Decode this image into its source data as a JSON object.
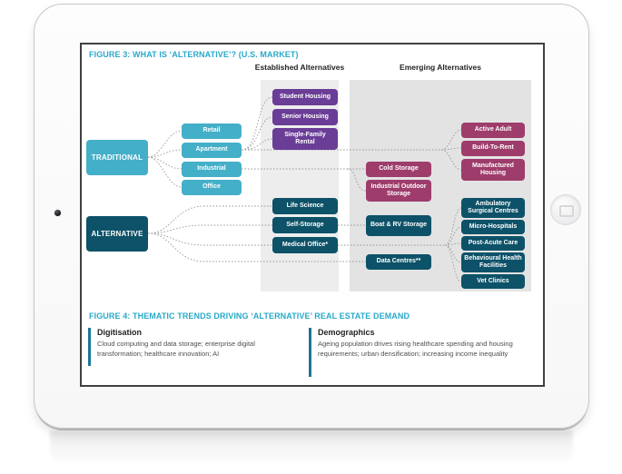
{
  "device": {
    "type": "tablet",
    "home_button_icon": "home-button-icon",
    "camera_icon": "front-camera-icon"
  },
  "figure3": {
    "title": "FIGURE 3: WHAT IS ‘ALTERNATIVE’? (U.S. MARKET)",
    "established_header": "Established Alternatives",
    "emerging_header": "Emerging Alternatives",
    "traditional": {
      "label": "TRADITIONAL",
      "children": [
        "Retail",
        "Apartment",
        "Industrial",
        "Office"
      ]
    },
    "alternative": {
      "label": "ALTERNATIVE",
      "children": [
        "Life Science",
        "Self-Storage",
        "Medical Office*"
      ]
    },
    "established_residential": [
      "Student Housing",
      "Senior Housing",
      "Single-Family Rental"
    ],
    "emerging_from_traditional": [
      "Cold Storage",
      "Industrial Outdoor Storage",
      "Active Adult",
      "Build-To-Rent",
      "Manufactured Housing"
    ],
    "emerging_from_alternative": [
      "Boat & RV Storage",
      "Data Centres**",
      "Ambulatory Surgical Centres",
      "Micro-Hospitals",
      "Post-Acute Care",
      "Behavioural Health Facilities",
      "Vet Clinics"
    ],
    "connections": [
      {
        "from": "TRADITIONAL",
        "to": "Retail"
      },
      {
        "from": "TRADITIONAL",
        "to": "Apartment"
      },
      {
        "from": "TRADITIONAL",
        "to": "Industrial"
      },
      {
        "from": "TRADITIONAL",
        "to": "Office"
      },
      {
        "from": "Apartment",
        "to": "Student Housing"
      },
      {
        "from": "Apartment",
        "to": "Senior Housing"
      },
      {
        "from": "Apartment",
        "to": "Single-Family Rental"
      },
      {
        "from": "Apartment",
        "to": "Active Adult"
      },
      {
        "from": "Apartment",
        "to": "Build-To-Rent"
      },
      {
        "from": "Apartment",
        "to": "Manufactured Housing"
      },
      {
        "from": "Industrial",
        "to": "Cold Storage"
      },
      {
        "from": "Industrial",
        "to": "Industrial Outdoor Storage"
      },
      {
        "from": "ALTERNATIVE",
        "to": "Life Science"
      },
      {
        "from": "ALTERNATIVE",
        "to": "Self-Storage"
      },
      {
        "from": "ALTERNATIVE",
        "to": "Medical Office*"
      },
      {
        "from": "ALTERNATIVE",
        "to": "Data Centres**"
      },
      {
        "from": "Self-Storage",
        "to": "Boat & RV Storage"
      },
      {
        "from": "Medical Office*",
        "to": "Ambulatory Surgical Centres"
      },
      {
        "from": "Medical Office*",
        "to": "Micro-Hospitals"
      },
      {
        "from": "Medical Office*",
        "to": "Post-Acute Care"
      },
      {
        "from": "Medical Office*",
        "to": "Behavioural Health Facilities"
      },
      {
        "from": "Medical Office*",
        "to": "Vet Clinics"
      }
    ]
  },
  "figure4": {
    "title": "FIGURE 4: THEMATIC TRENDS DRIVING ‘ALTERNATIVE’ REAL ESTATE DEMAND",
    "items": [
      {
        "heading": "Digitisation",
        "body": "Cloud computing and data storage; enterprise digital transformation; healthcare innovation; AI"
      },
      {
        "heading": "Demographics",
        "body": "Ageing population drives rising healthcare spending and housing requirements; urban densification; increasing income inequality"
      }
    ]
  },
  "colors": {
    "title_teal": "#29a9c9",
    "traditional_cyan": "#44afc8",
    "alternative_dark_teal": "#0d5268",
    "established_purple": "#6a3d96",
    "emerging_maroon": "#9e3c6b",
    "panel_light_gray": "#ededed",
    "panel_dark_gray": "#e3e3e4",
    "accent_bar": "#1a7795",
    "connector_gray": "#9b9b9b",
    "page_border": "#414042"
  }
}
